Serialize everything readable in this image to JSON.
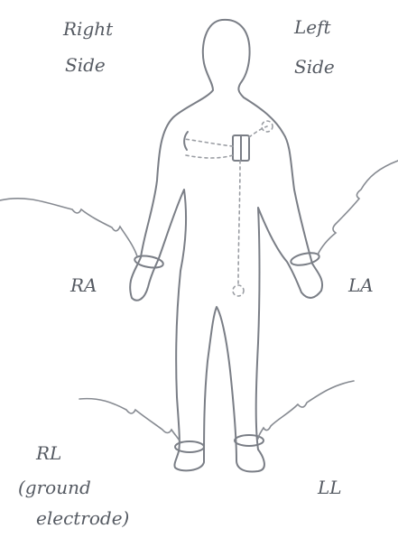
{
  "labels": {
    "right_side": [
      "Right",
      "Side"
    ],
    "left_side": [
      "Left",
      "Side"
    ],
    "ra": "RA",
    "la": "LA",
    "rl": [
      "RL",
      "(ground",
      "electrode)"
    ],
    "ll": "LL"
  },
  "colors": {
    "ink": "#7a7e86",
    "text": "#555a62"
  }
}
